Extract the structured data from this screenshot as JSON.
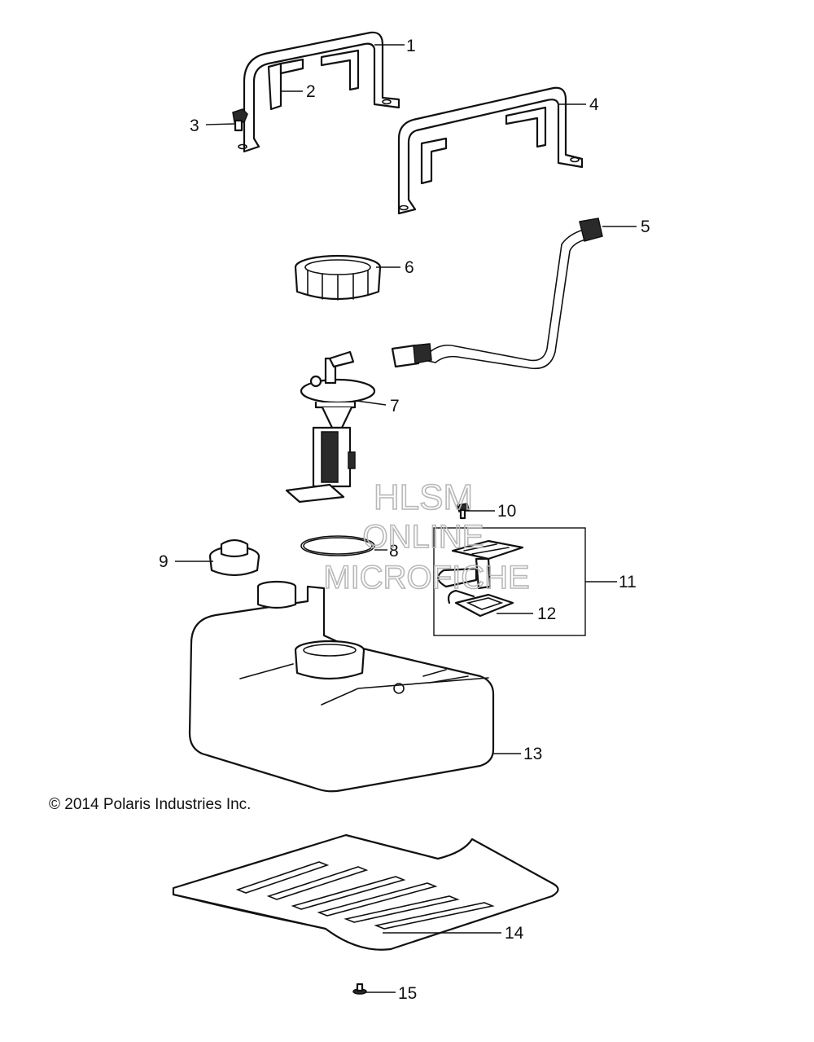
{
  "callouts": {
    "c1": "1",
    "c2": "2",
    "c3": "3",
    "c4": "4",
    "c5": "5",
    "c6": "6",
    "c7": "7",
    "c8": "8",
    "c9": "9",
    "c10": "10",
    "c11": "11",
    "c12": "12",
    "c13": "13",
    "c14": "14",
    "c15": "15"
  },
  "copyright": "© 2014 Polaris Industries Inc.",
  "watermark": {
    "line1": "HLSM",
    "line2": "ONLINE",
    "line3": "MICROFICHE"
  }
}
